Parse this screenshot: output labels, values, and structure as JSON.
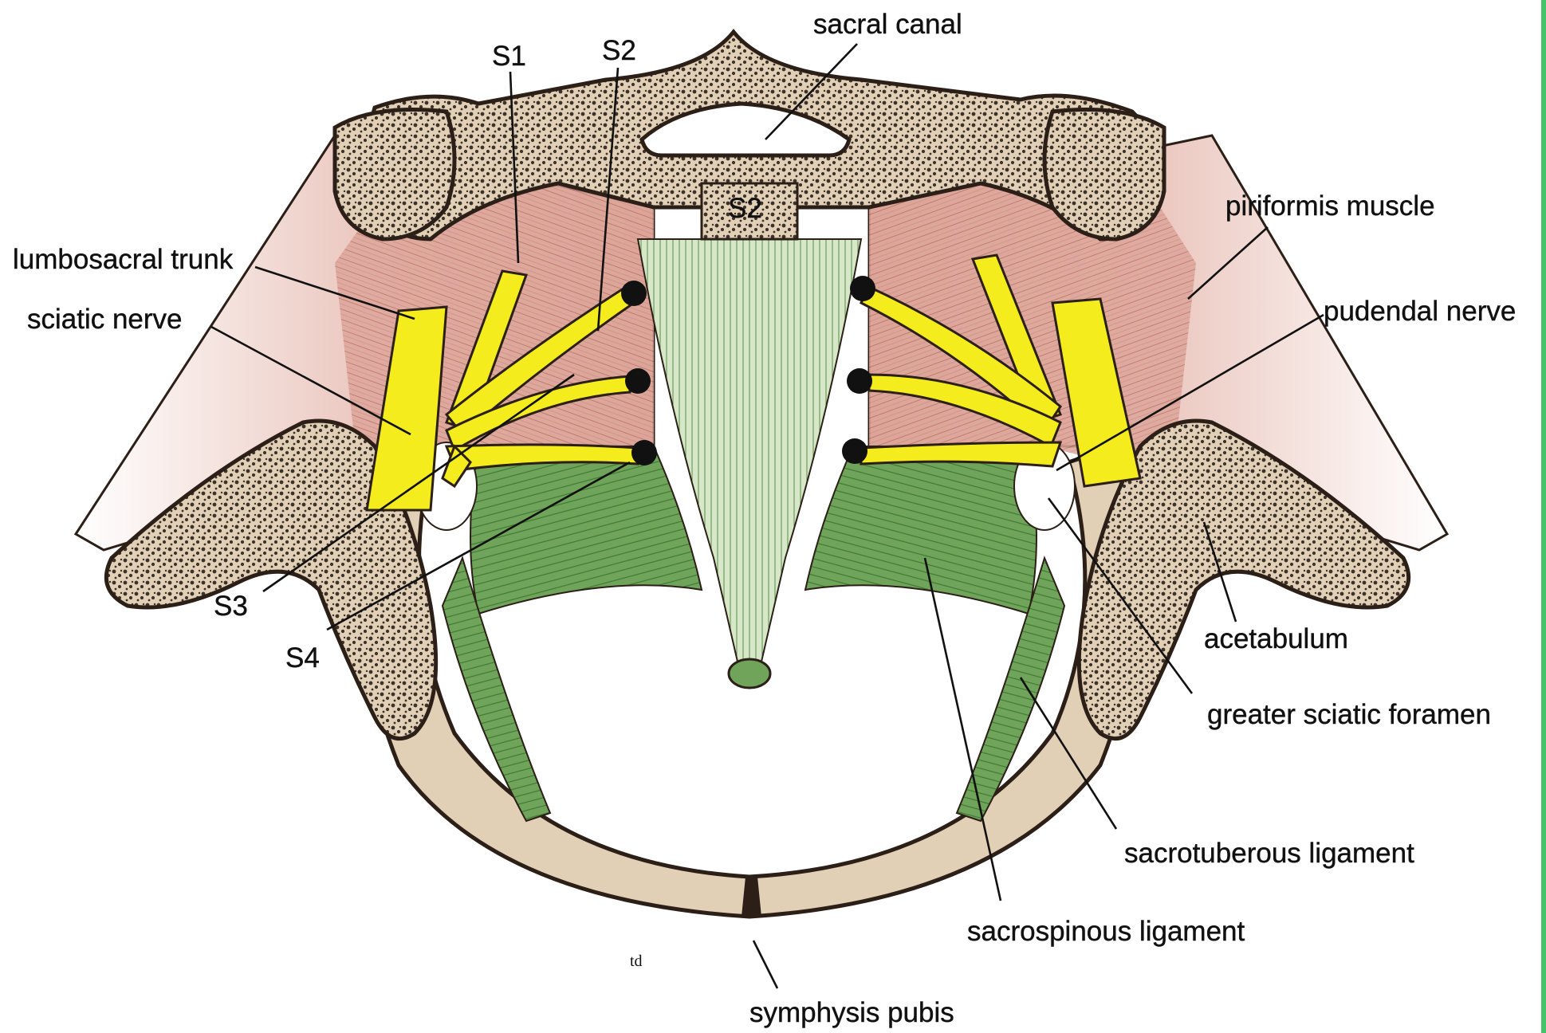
{
  "labels": {
    "sacral_canal": "sacral canal",
    "s1": "S1",
    "s2_top": "S2",
    "s2_body": "S2",
    "lumbosacral_trunk": "lumbosacral trunk",
    "sciatic_nerve": "sciatic nerve",
    "s3": "S3",
    "s4": "S4",
    "piriformis_muscle": "piriformis muscle",
    "pudendal_nerve": "pudendal nerve",
    "acetabulum": "acetabulum",
    "greater_sciatic_foramen": "greater sciatic foramen",
    "sacrotuberous_ligament": "sacrotuberous ligament",
    "sacrospinous_ligament": "sacrospinous ligament",
    "symphysis_pubis": "symphysis pubis",
    "signature": "td"
  },
  "colors": {
    "bone": "#e2d0b6",
    "bone_outline": "#2b1f17",
    "cancellous": "#4a4038",
    "muscle": "#dda59a",
    "muscle_light": "#f1d9d1",
    "nerve": "#f4ec1c",
    "ligament": "#6fa45a",
    "ligament_light": "#d7e8c8",
    "label_text": "#111111",
    "frame_edge": "#43c36a"
  }
}
